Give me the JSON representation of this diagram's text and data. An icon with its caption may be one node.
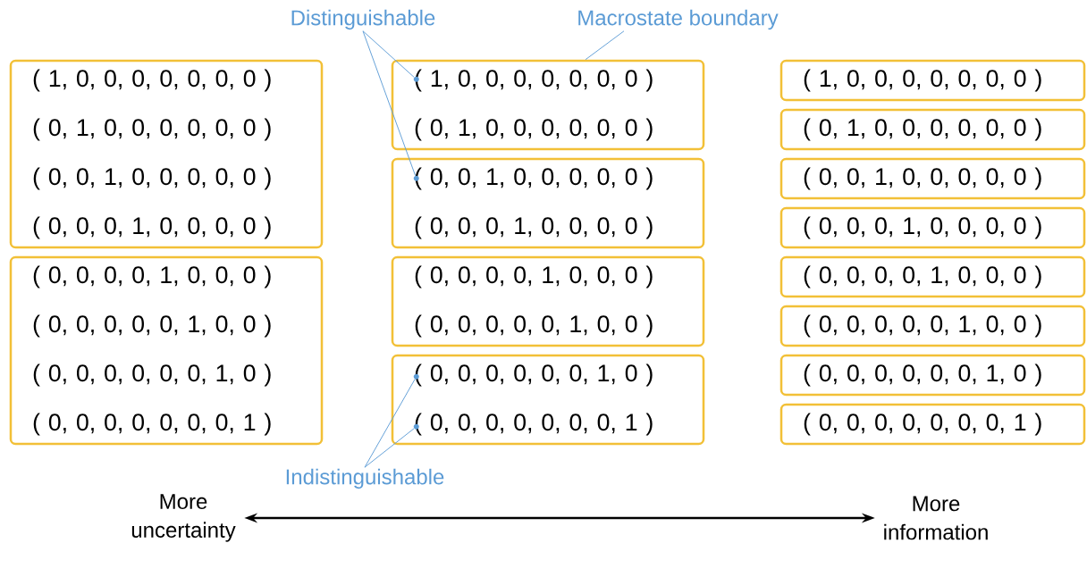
{
  "diagram": {
    "nodes": [
      {
        "text": [
          "Distinguishable"
        ]
      },
      {
        "text": [
          "Macrostate boundary"
        ]
      },
      {
        "text": [
          "( 1, 0, 0, 0, 0, 0, 0, 0 )",
          "( 0, 1, 0, 0, 0, 0, 0, 0 )",
          "( 0, 0, 1, 0, 0, 0, 0, 0 )",
          "( 0, 0, 0, 1, 0, 0, 0, 0 )"
        ]
      },
      {
        "text": [
          "( 0, 0, 0, 0, 1, 0, 0, 0 )",
          "( 0, 0, 0, 0, 0, 1, 0, 0 )",
          "( 0, 0, 0, 0, 0, 0, 1, 0 )",
          "( 0, 0, 0, 0, 0, 0, 0, 1 )"
        ]
      },
      {
        "text": [
          "( 1, 0, 0, 0, 0, 0, 0, 0 )",
          "( 0, 1, 0, 0, 0, 0, 0, 0 )"
        ]
      },
      {
        "text": [
          "( 0, 0, 1, 0, 0, 0, 0, 0 )",
          "( 0, 0, 0, 1, 0, 0, 0, 0 )"
        ]
      },
      {
        "text": [
          "( 0, 0, 0, 0, 1, 0, 0, 0 )",
          "( 0, 0, 0, 0, 0, 1, 0, 0 )"
        ]
      },
      {
        "text": [
          "( 0, 0, 0, 0, 0, 0, 1, 0 )",
          "( 0, 0, 0, 0, 0, 0, 0, 1 )"
        ]
      },
      {
        "text": [
          "( 1, 0, 0, 0, 0, 0, 0, 0 )"
        ]
      },
      {
        "text": [
          "( 0, 1, 0, 0, 0, 0, 0, 0 )"
        ]
      },
      {
        "text": [
          "( 0, 0, 1, 0, 0, 0, 0, 0 )"
        ]
      },
      {
        "text": [
          "( 0, 0, 0, 1, 0, 0, 0, 0 )"
        ]
      },
      {
        "text": [
          "( 0, 0, 0, 0, 1, 0, 0, 0 )"
        ]
      },
      {
        "text": [
          "( 0, 0, 0, 0, 0, 1, 0, 0 )"
        ]
      },
      {
        "text": [
          "( 0, 0, 0, 0, 0, 0, 1, 0 )"
        ]
      },
      {
        "text": [
          "( 0, 0, 0, 0, 0, 0, 0, 1 )"
        ]
      },
      {
        "text": [
          "Indistinguishable"
        ]
      },
      {
        "text": [
          "More uncertainty"
        ]
      },
      {
        "text": [
          "More information"
        ]
      },
      {
        "text": [],
        "shape": "circle",
        "in": 4
      },
      {
        "text": [],
        "shape": "circle",
        "in": 5
      },
      {
        "text": [],
        "shape": "circle",
        "in": 7
      },
      {
        "text": [],
        "shape": "circle",
        "in": 7
      }
    ],
    "edges": [
      {
        "from": 0,
        "to": 19,
        "arrow": "none"
      },
      {
        "from": 0,
        "to": 20,
        "arrow": "none"
      },
      {
        "from": 1,
        "to": 4,
        "arrow": "none"
      },
      {
        "from": 16,
        "to": 21,
        "arrow": "none"
      },
      {
        "from": 16,
        "to": 22,
        "arrow": "none"
      },
      {
        "from": 17,
        "to": 18,
        "arrow": "both",
        "color": "#000000"
      }
    ]
  }
}
